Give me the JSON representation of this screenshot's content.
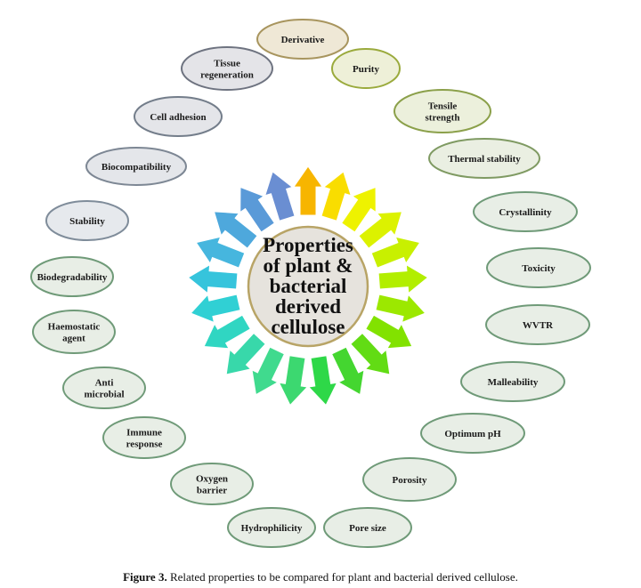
{
  "center": {
    "lines": [
      "Properties",
      "of plant &",
      "bacterial",
      "derived",
      "cellulose"
    ]
  },
  "properties": [
    {
      "label": "Derivative",
      "fill": "#efe8d6",
      "stroke": "#a8955e"
    },
    {
      "label": "Purity",
      "fill": "#eef0d8",
      "stroke": "#9aaa3c"
    },
    {
      "label": "Tensile\nstrength",
      "fill": "#ecf0dc",
      "stroke": "#8ba04a"
    },
    {
      "label": "Thermal stability",
      "fill": "#eaefe2",
      "stroke": "#7f9a62"
    },
    {
      "label": "Crystallinity",
      "fill": "#e8eee6",
      "stroke": "#6f9a78"
    },
    {
      "label": "Toxicity",
      "fill": "#e8eee6",
      "stroke": "#6f9a78"
    },
    {
      "label": "WVTR",
      "fill": "#e8eee6",
      "stroke": "#6f9a78"
    },
    {
      "label": "Malleability",
      "fill": "#e8eee6",
      "stroke": "#6f9a78"
    },
    {
      "label": "Optimum pH",
      "fill": "#e8eee6",
      "stroke": "#6f9a78"
    },
    {
      "label": "Porosity",
      "fill": "#e8eee6",
      "stroke": "#6f9a78"
    },
    {
      "label": "Pore size",
      "fill": "#e8eee6",
      "stroke": "#6f9a78"
    },
    {
      "label": "Hydrophilicity",
      "fill": "#e8eee6",
      "stroke": "#6f9a78"
    },
    {
      "label": "Oxygen\nbarrier",
      "fill": "#e8eee6",
      "stroke": "#6f9a78"
    },
    {
      "label": "Immune\nresponse",
      "fill": "#e8eee6",
      "stroke": "#6f9a78"
    },
    {
      "label": "Anti\nmicrobial",
      "fill": "#e8eee6",
      "stroke": "#6f9a78"
    },
    {
      "label": "Haemostatic\nagent",
      "fill": "#e8eee6",
      "stroke": "#6f9a78"
    },
    {
      "label": "Biodegradability",
      "fill": "#e8eee6",
      "stroke": "#6f9a78"
    },
    {
      "label": "Stability",
      "fill": "#e6e9ed",
      "stroke": "#7f8c9a"
    },
    {
      "label": "Biocompatibility",
      "fill": "#e4e6ea",
      "stroke": "#7d8794"
    },
    {
      "label": "Cell adhesion",
      "fill": "#e4e5e9",
      "stroke": "#737d8a"
    },
    {
      "label": "Tissue\nregeneration",
      "fill": "#e4e4e8",
      "stroke": "#6e7380"
    }
  ],
  "arrow_colors": [
    "#f7b500",
    "#f9dd00",
    "#eef200",
    "#dcf200",
    "#c8f000",
    "#b2ee00",
    "#9ce800",
    "#82e200",
    "#62dc14",
    "#44d630",
    "#2ed848",
    "#3cd870",
    "#40da8e",
    "#38d8aa",
    "#30d6c2",
    "#30d0d4",
    "#36c4dc",
    "#46b6de",
    "#4ea8dc",
    "#5a9ad8",
    "#6a8ed2"
  ],
  "caption": {
    "label": "Figure 3.",
    "text": " Related properties to be compared for plant and bacterial derived cellulose."
  }
}
